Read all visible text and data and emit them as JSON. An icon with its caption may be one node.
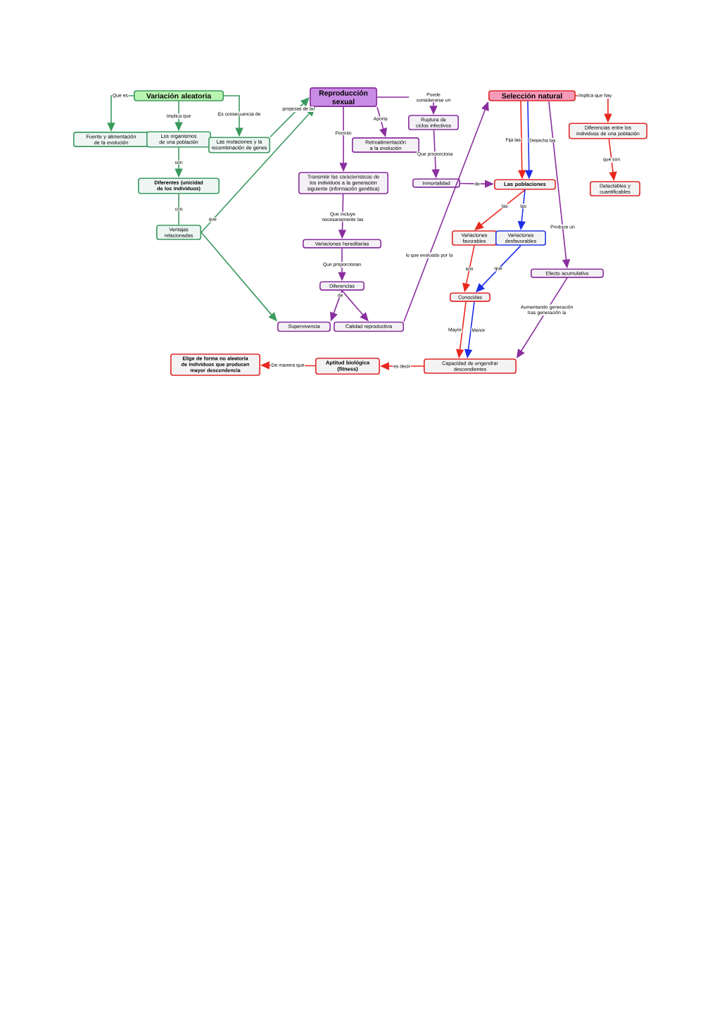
{
  "diagram": {
    "nodes": [
      {
        "text": [
          "Variación aleatoria"
        ]
      },
      {
        "text": [
          "Fuente y alimentación de la evolución"
        ]
      },
      {
        "text": [
          "Los organismos de una población"
        ]
      },
      {
        "text": [
          "Las mutaciones y la recombinación de genes"
        ]
      },
      {
        "text": [
          "Diferentes (unicidad de los individuos)"
        ]
      },
      {
        "text": [
          "Ventajas relacionadas"
        ]
      },
      {
        "text": [
          "Reproducción sexual"
        ]
      },
      {
        "text": [
          "Ruptura de ciclos infectivos"
        ]
      },
      {
        "text": [
          "Retroalimentación a la evolución"
        ]
      },
      {
        "text": [
          "Transmitir las características de los individuos a la generación siguiente (información genética)"
        ]
      },
      {
        "text": [
          "Inmortalidad"
        ]
      },
      {
        "text": [
          "Variaciones hereditarias"
        ]
      },
      {
        "text": [
          "Diferencias"
        ]
      },
      {
        "text": [
          "Supervivencia"
        ]
      },
      {
        "text": [
          "Calidad reproductiva"
        ]
      },
      {
        "text": [
          "Selección natural"
        ]
      },
      {
        "text": [
          "Diferencias entre los individuos de una población"
        ]
      },
      {
        "text": [
          "Detectables y cuantificables"
        ]
      },
      {
        "text": [
          "Las poblaciones"
        ]
      },
      {
        "text": [
          "Variaciones favorables"
        ]
      },
      {
        "text": [
          "Variaciones desfavorables"
        ]
      },
      {
        "text": [
          "Efecto acumulativo"
        ]
      },
      {
        "text": [
          "Conocidas"
        ]
      },
      {
        "text": [
          "Capacidad de engendrar descendientes"
        ]
      },
      {
        "text": [
          "Aptitud biológica (fitness)"
        ]
      },
      {
        "text": [
          "Elige de forma no aleatoria de individuos que producen mayor descendencia"
        ]
      }
    ],
    "edges": [
      {
        "from": 0,
        "to": 1,
        "arrow": "to",
        "label": "Que es",
        "color": "#3c9a5f"
      },
      {
        "from": 0,
        "to": 2,
        "arrow": "to",
        "label": "Implica que",
        "color": "#3c9a5f"
      },
      {
        "from": 0,
        "to": 3,
        "arrow": "to",
        "label": "Es consecuencia de",
        "color": "#3c9a5f"
      },
      {
        "from": 2,
        "to": 4,
        "arrow": "to",
        "label": "son",
        "color": "#3c9a5f"
      },
      {
        "from": 4,
        "to": 5,
        "arrow": "none",
        "label": "con",
        "color": "#3c9a5f"
      },
      {
        "from": 3,
        "to": 6,
        "arrow": "to",
        "label": "propicias de la",
        "color": "#3c9a5f"
      },
      {
        "from": 5,
        "to": 6,
        "arrow": "to",
        "label": "que",
        "color": "#3c9a5f"
      },
      {
        "from": 5,
        "to": 13,
        "arrow": "to",
        "color": "#3c9a5f"
      },
      {
        "from": 6,
        "to": 7,
        "arrow": "to",
        "label": "Puede considerarse un"
      },
      {
        "from": 6,
        "to": 8,
        "arrow": "to",
        "label": "Aporta"
      },
      {
        "from": 6,
        "to": 9,
        "arrow": "to",
        "label": "Permite"
      },
      {
        "from": 7,
        "to": 10,
        "arrow": "to",
        "label": "Que proporciona"
      },
      {
        "from": 9,
        "to": 11,
        "arrow": "to",
        "label": "Que incluye necesariamente las"
      },
      {
        "from": 11,
        "to": 12,
        "arrow": "to",
        "label": "Que proporcionan"
      },
      {
        "from": 12,
        "to": 13,
        "arrow": "to",
        "label": "de"
      },
      {
        "from": 12,
        "to": 14,
        "arrow": "to"
      },
      {
        "from": 14,
        "to": 15,
        "arrow": "to",
        "label": "lo que evaluado por la"
      },
      {
        "from": 10,
        "to": 18,
        "arrow": "to",
        "label": "de"
      },
      {
        "from": 15,
        "to": 16,
        "arrow": "to",
        "label": "Implica que hay",
        "color": "#e8281e"
      },
      {
        "from": 16,
        "to": 17,
        "arrow": "to",
        "label": "que son",
        "color": "#e8281e"
      },
      {
        "from": 15,
        "to": 18,
        "arrow": "to",
        "label": "Fija las",
        "color": "#e8281e"
      },
      {
        "from": 15,
        "to": 18,
        "arrow": "to",
        "label": "Desecha las",
        "color": "#1f2fe8"
      },
      {
        "from": 15,
        "to": 21,
        "arrow": "to",
        "label": "Produce un"
      },
      {
        "from": 18,
        "to": 19,
        "arrow": "to",
        "label": "las",
        "color": "#e8281e"
      },
      {
        "from": 18,
        "to": 20,
        "arrow": "to",
        "label": "las",
        "color": "#1f2fe8"
      },
      {
        "from": 19,
        "to": 22,
        "arrow": "to",
        "label": "son",
        "color": "#e8281e"
      },
      {
        "from": 20,
        "to": 22,
        "arrow": "to",
        "label": "que",
        "color": "#1f2fe8"
      },
      {
        "from": 22,
        "to": 23,
        "arrow": "to",
        "label": "Mayor",
        "color": "#e8281e"
      },
      {
        "from": 22,
        "to": 23,
        "arrow": "to",
        "label": "Menor",
        "color": "#1f2fe8"
      },
      {
        "from": 21,
        "to": 23,
        "arrow": "to",
        "label": "Aumentando generación tras generación la"
      },
      {
        "from": 23,
        "to": 24,
        "arrow": "to",
        "label": "es decir",
        "color": "#e8281e"
      },
      {
        "from": 24,
        "to": 25,
        "arrow": "to",
        "label": "De manera que",
        "color": "#e8281e"
      }
    ]
  }
}
